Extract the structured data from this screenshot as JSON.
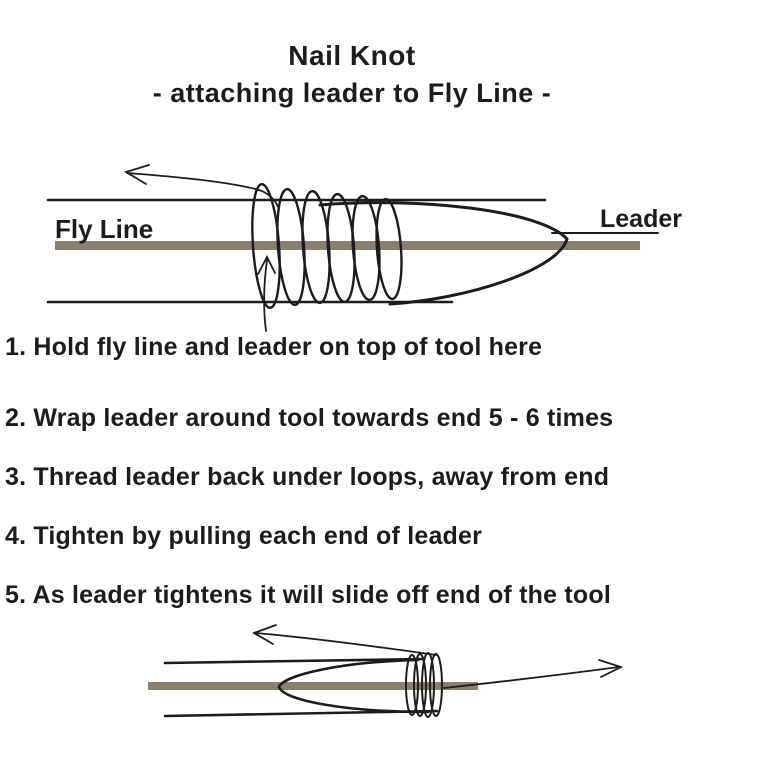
{
  "title": "Nail Knot",
  "subtitle": "- attaching leader to Fly Line -",
  "colors": {
    "ink": "#1c1c1c",
    "fly_line": "#8a8070"
  },
  "main_diagram": {
    "fly_line_label": "Fly Line",
    "leader_label": "Leader"
  },
  "instructions": [
    "1. Hold fly line and leader on top of tool here",
    "2. Wrap leader around tool towards end 5 - 6 times",
    "3. Thread leader back under loops, away from end",
    "4. Tighten by pulling each end of leader",
    "5. As leader tightens it will slide off end of the tool"
  ]
}
